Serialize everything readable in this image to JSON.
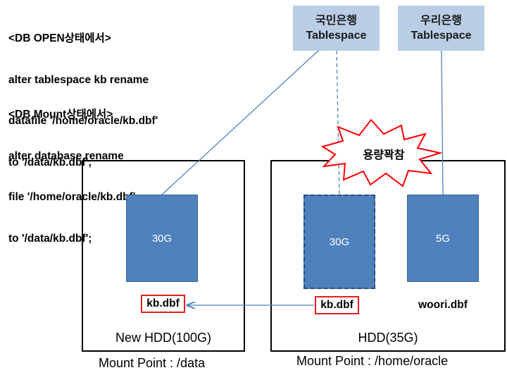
{
  "sql_open": {
    "heading": "<DB OPEN상태에서>",
    "lines": [
      "alter tablespace kb rename",
      "datafile '/home/oracle/kb.dbf'",
      "to '/data/kb.dbf';"
    ]
  },
  "sql_mount": {
    "heading": "<DB Mount상태에서>",
    "lines": [
      "alter database rename",
      "file '/home/oracle/kb.dbf'",
      "to '/data/kb.dbf';"
    ]
  },
  "tablespaces": [
    {
      "line1": "국민은행",
      "line2": "Tablespace"
    },
    {
      "line1": "우리은행",
      "line2": "Tablespace"
    }
  ],
  "alert": "용량꽉참",
  "new_hdd": {
    "label": "New HDD(100G)",
    "mount": "Mount Point : /data",
    "file_size": "30G",
    "file_name": "kb.dbf"
  },
  "old_hdd": {
    "label": "HDD(35G)",
    "mount": "Mount Point : /home/oracle",
    "files": [
      {
        "size": "30G",
        "name": "kb.dbf"
      },
      {
        "size": "5G",
        "name": "woori.dbf"
      }
    ]
  },
  "colors": {
    "file_fill": "#4f81bd",
    "tablespace_fill": "#b9cde5",
    "highlight_border": "#e02020",
    "connector": "#4f81bd"
  }
}
